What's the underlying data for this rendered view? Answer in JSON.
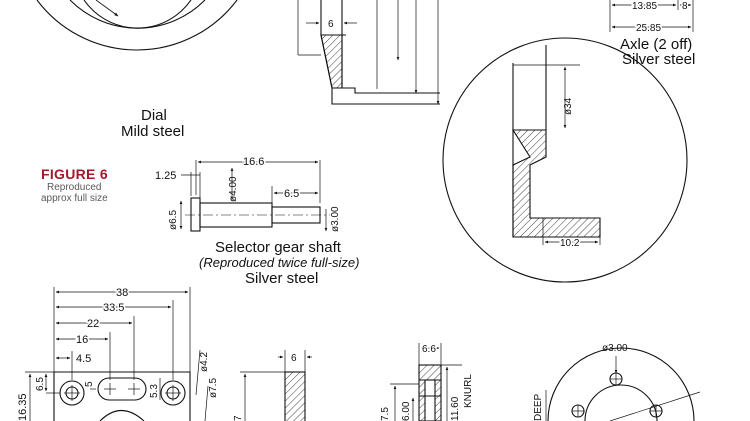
{
  "figure": {
    "title": "FIGURE 6",
    "note_line1": "Reproduced",
    "note_line2": "approx full size",
    "title_color": "#a3192c",
    "note_color": "#5a5a5a"
  },
  "parts": {
    "dial": {
      "name": "Dial",
      "material": "Mild steel"
    },
    "axle": {
      "name": "Axle (2 off)",
      "material": "Silver steel"
    },
    "selector_shaft": {
      "name": "Selector gear shaft",
      "note": "(Reproduced twice full-size)",
      "material": "Silver steel"
    }
  },
  "dimensions": {
    "dial_6": "6",
    "axle_13_85": "13.85",
    "axle_8": "8",
    "axle_25_85": "25.85",
    "detail_dia34": "ø34",
    "detail_10_2": "10.2",
    "shaft_16_6": "16.6",
    "shaft_1_25": "1.25",
    "shaft_dia4": "ø4.00",
    "shaft_6_5": "6.5",
    "shaft_dia6_5": "ø6.5",
    "shaft_dia3": "ø3.00",
    "plate_38": "38",
    "plate_33_5": "33.5",
    "plate_22": "22",
    "plate_16": "16",
    "plate_4_5": "4.5",
    "plate_16_35": "16.35",
    "plate_6_5": "6.5",
    "plate_5": "5",
    "plate_5_3": "5.3",
    "plate_dia4_2": "ø4.2",
    "plate_dia7_5": "ø7.5",
    "side_6": "6",
    "side_7": "7",
    "knob_6_6": "6.6",
    "knob_7_5": "7.5",
    "knob_6_00": "6.00",
    "knob_11_60": "11.60",
    "knob_knurl": "KNURL",
    "flange_dia3": "ø3.00",
    "flange_deep": "DEEP"
  }
}
